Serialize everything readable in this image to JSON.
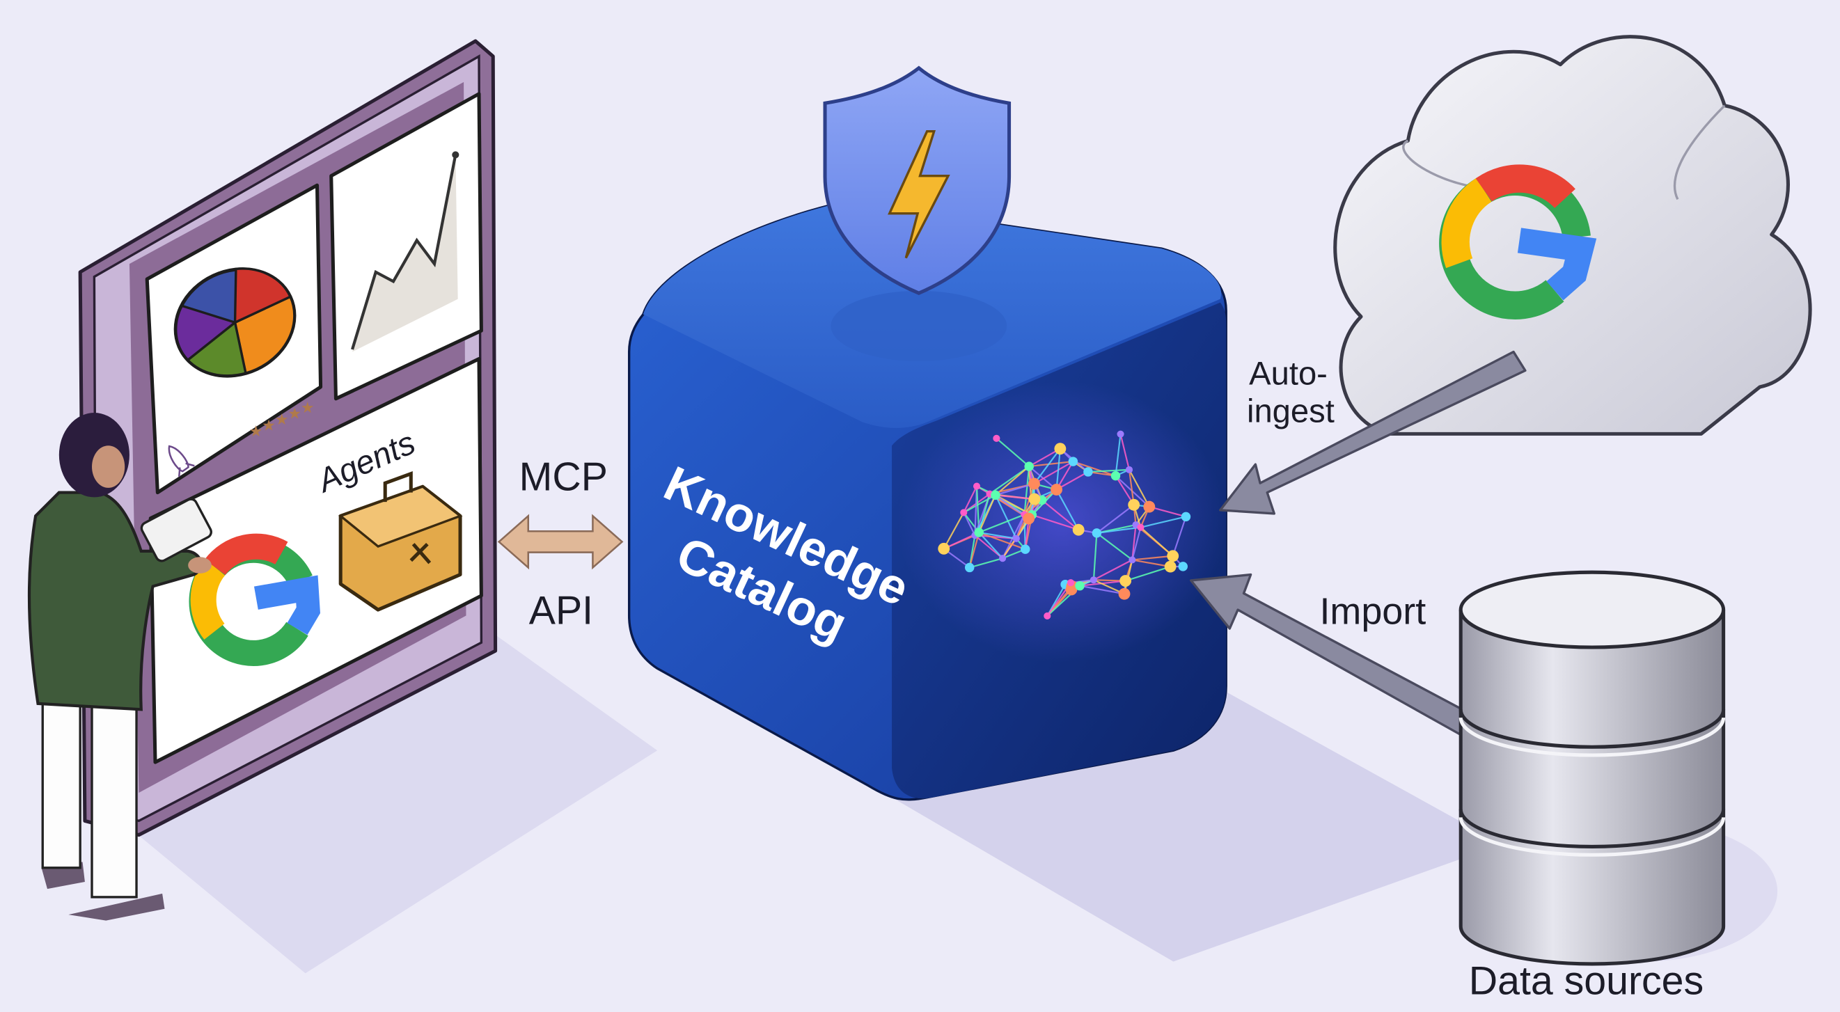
{
  "agents_panel": {
    "agents_label": "Agents",
    "rating_stars": 5,
    "rating_max": 5
  },
  "connector": {
    "mcp_label": "MCP",
    "api_label": "API"
  },
  "catalog": {
    "title_line1": "Knowledge",
    "title_line2": "Catalog"
  },
  "cloud": {
    "auto_ingest_line1": "Auto-",
    "auto_ingest_line2": "ingest"
  },
  "database": {
    "import_label": "Import",
    "caption": "Data sources"
  },
  "colors": {
    "background": "#ecebf8",
    "cube_blue": "#1d4fb8",
    "panel_purple": "#c7b3d6",
    "google_blue": "#4285f4",
    "google_red": "#ea4335",
    "google_yellow": "#fbbc05",
    "google_green": "#34a853"
  }
}
